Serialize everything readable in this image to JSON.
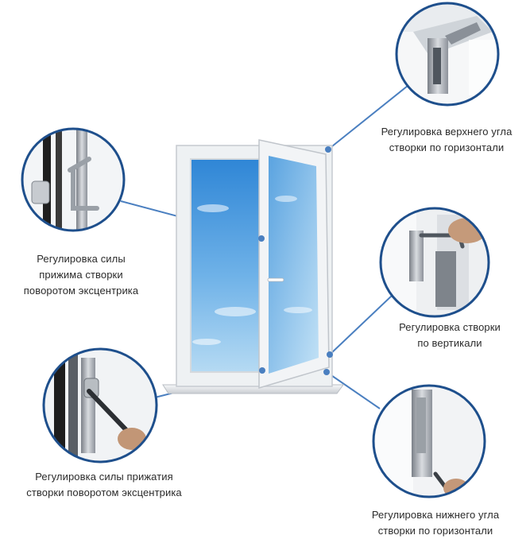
{
  "annotations": {
    "top_right": {
      "line1": "Регулировка верхнего угла",
      "line2": "створки по горизонтали"
    },
    "left_middle": {
      "line1": "Регулировка силы",
      "line2": "прижима створки",
      "line3": "поворотом эксцентрика"
    },
    "right_middle": {
      "line1": "Регулировка створки",
      "line2": "по вертикали"
    },
    "left_bottom": {
      "line1": "Регулировка силы прижатия",
      "line2": "створки поворотом эксцентрика"
    },
    "right_bottom": {
      "line1": "Регулировка нижнего угла",
      "line2": "створки по горизонтали"
    }
  },
  "colors": {
    "connector": "#4a7fc0",
    "callout_ring": "#1e4f8c",
    "sky_top": "#2f86d6",
    "sky_bottom": "#a9d3f2",
    "frame": "#eef1f3",
    "caption_text": "#2b2b2b"
  }
}
